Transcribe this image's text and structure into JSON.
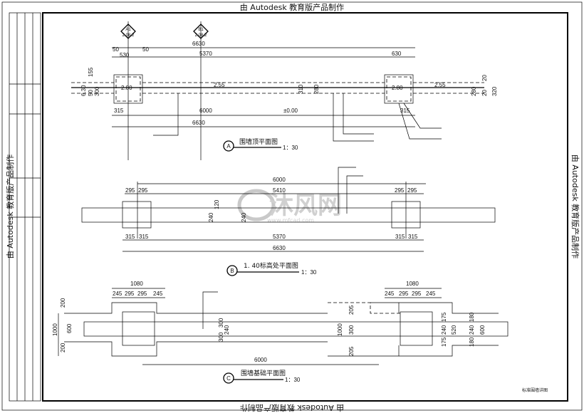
{
  "watermark": {
    "top": "由 Autodesk 教育版产品制作",
    "bottom": "由 Autodesk 教育版产品制作",
    "left": "由 Autodesk 教育版产品制作",
    "right": "由 Autodesk 教育版产品制作",
    "site_logo": "沐风网",
    "site_url": "www.mfcad.com"
  },
  "drawing_title": "标准围墙详图",
  "plan_a": {
    "marker": "A",
    "title": "围墙顶平面图",
    "scale": "1：30",
    "section_marks": [
      {
        "top": "A1",
        "bottom": "2.08.2"
      },
      {
        "top": "B1",
        "bottom": "2.08.2"
      }
    ],
    "dims": [
      "6630",
      "50",
      "530",
      "50",
      "5370",
      "630",
      "155",
      "6.30",
      "50",
      "300",
      "315",
      "6000",
      "6630",
      "315",
      "310",
      "280",
      "20",
      "280",
      "20",
      "320"
    ],
    "elevations": [
      "2.80",
      "2.55",
      "2.80",
      "2.55",
      "±0.00"
    ]
  },
  "plan_b": {
    "marker": "B",
    "title": "1. 40标高处平面图",
    "scale": "1：30",
    "dims": [
      "6000",
      "295",
      "295",
      "5410",
      "295",
      "295",
      "315",
      "315",
      "5370",
      "315",
      "315",
      "6630",
      "120",
      "240",
      "240"
    ]
  },
  "plan_c": {
    "marker": "C",
    "title": "围墙基础平面图",
    "scale": "1：30",
    "dims": [
      "1080",
      "245",
      "295",
      "295",
      "245",
      "1080",
      "245",
      "295",
      "295",
      "245",
      "200",
      "1000",
      "600",
      "200",
      "6000",
      "300",
      "300",
      "240",
      "205",
      "205",
      "1000",
      "300",
      "175",
      "240",
      "175",
      "520",
      "180",
      "240",
      "180",
      "600"
    ]
  }
}
